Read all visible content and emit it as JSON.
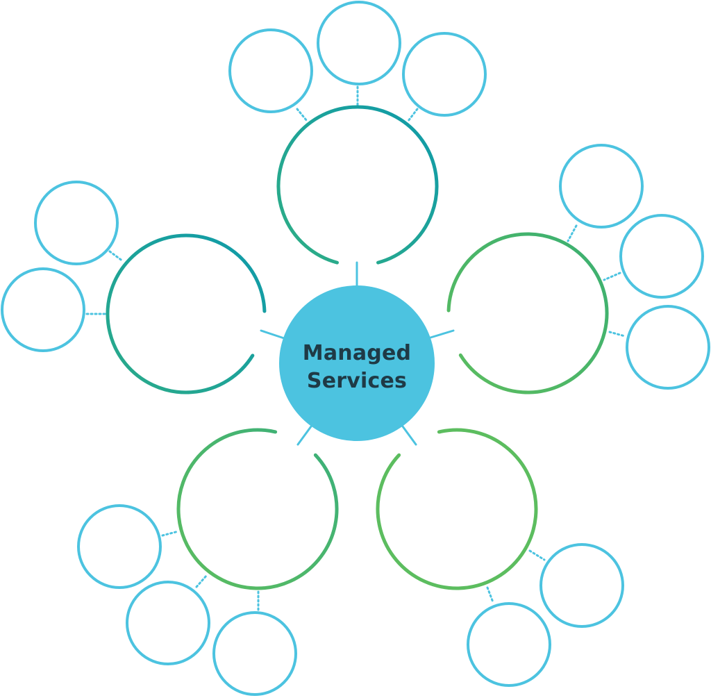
{
  "hub": {
    "title_line1": "Managed",
    "title_line2": "Services",
    "fill_color": "#4cc3e0",
    "text_color": "#1f3a46"
  },
  "colors": {
    "satellite_stroke": "#4cc3e0",
    "connector": "#4cc3e0",
    "teal": "#0f9aaa",
    "teal_green": "#2bab88",
    "green": "#5cbd5f"
  },
  "branches": [
    {
      "id": "top",
      "satellite_count": 3,
      "gradient": [
        "#0f9aaa",
        "#2fae84"
      ]
    },
    {
      "id": "left",
      "satellite_count": 2,
      "gradient": [
        "#0f9aaa",
        "#2bab88"
      ]
    },
    {
      "id": "right",
      "satellite_count": 3,
      "gradient": [
        "#3aaf72",
        "#5cbd5f"
      ]
    },
    {
      "id": "bottom-left",
      "satellite_count": 3,
      "gradient": [
        "#3aaf7a",
        "#5cbd5f"
      ]
    },
    {
      "id": "bottom-right",
      "satellite_count": 2,
      "gradient": [
        "#5cbd5f",
        "#5cbd5f"
      ]
    }
  ]
}
